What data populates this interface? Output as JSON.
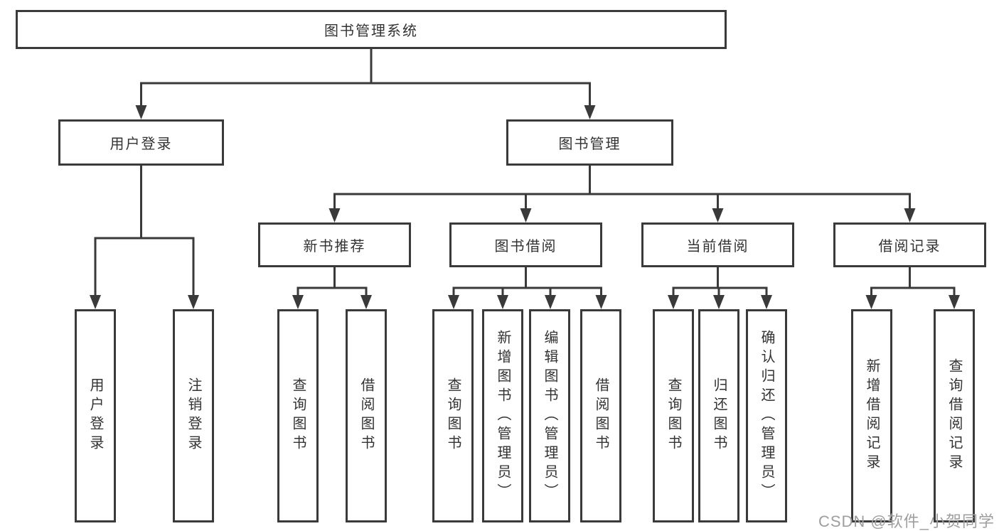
{
  "diagram": {
    "root": "图书管理系统",
    "level2": [
      "用户登录",
      "图书管理"
    ],
    "level3": [
      "新书推荐",
      "图书借阅",
      "当前借阅",
      "借阅记录"
    ],
    "leaves": [
      "用户登录",
      "注销登录",
      "查询图书",
      "借阅图书",
      "查询图书",
      "新增图书（管理员）",
      "编辑图书（管理员）",
      "借阅图书",
      "查询图书",
      "归还图书",
      "确认归还（管理员）",
      "新增借阅记录",
      "查询借阅记录"
    ]
  },
  "watermark": "CSDN @软件_小贺同学",
  "colors": {
    "line": "#3a3a3a",
    "text": "#333333",
    "watermark": "#9e9e9e",
    "background": "#ffffff"
  }
}
